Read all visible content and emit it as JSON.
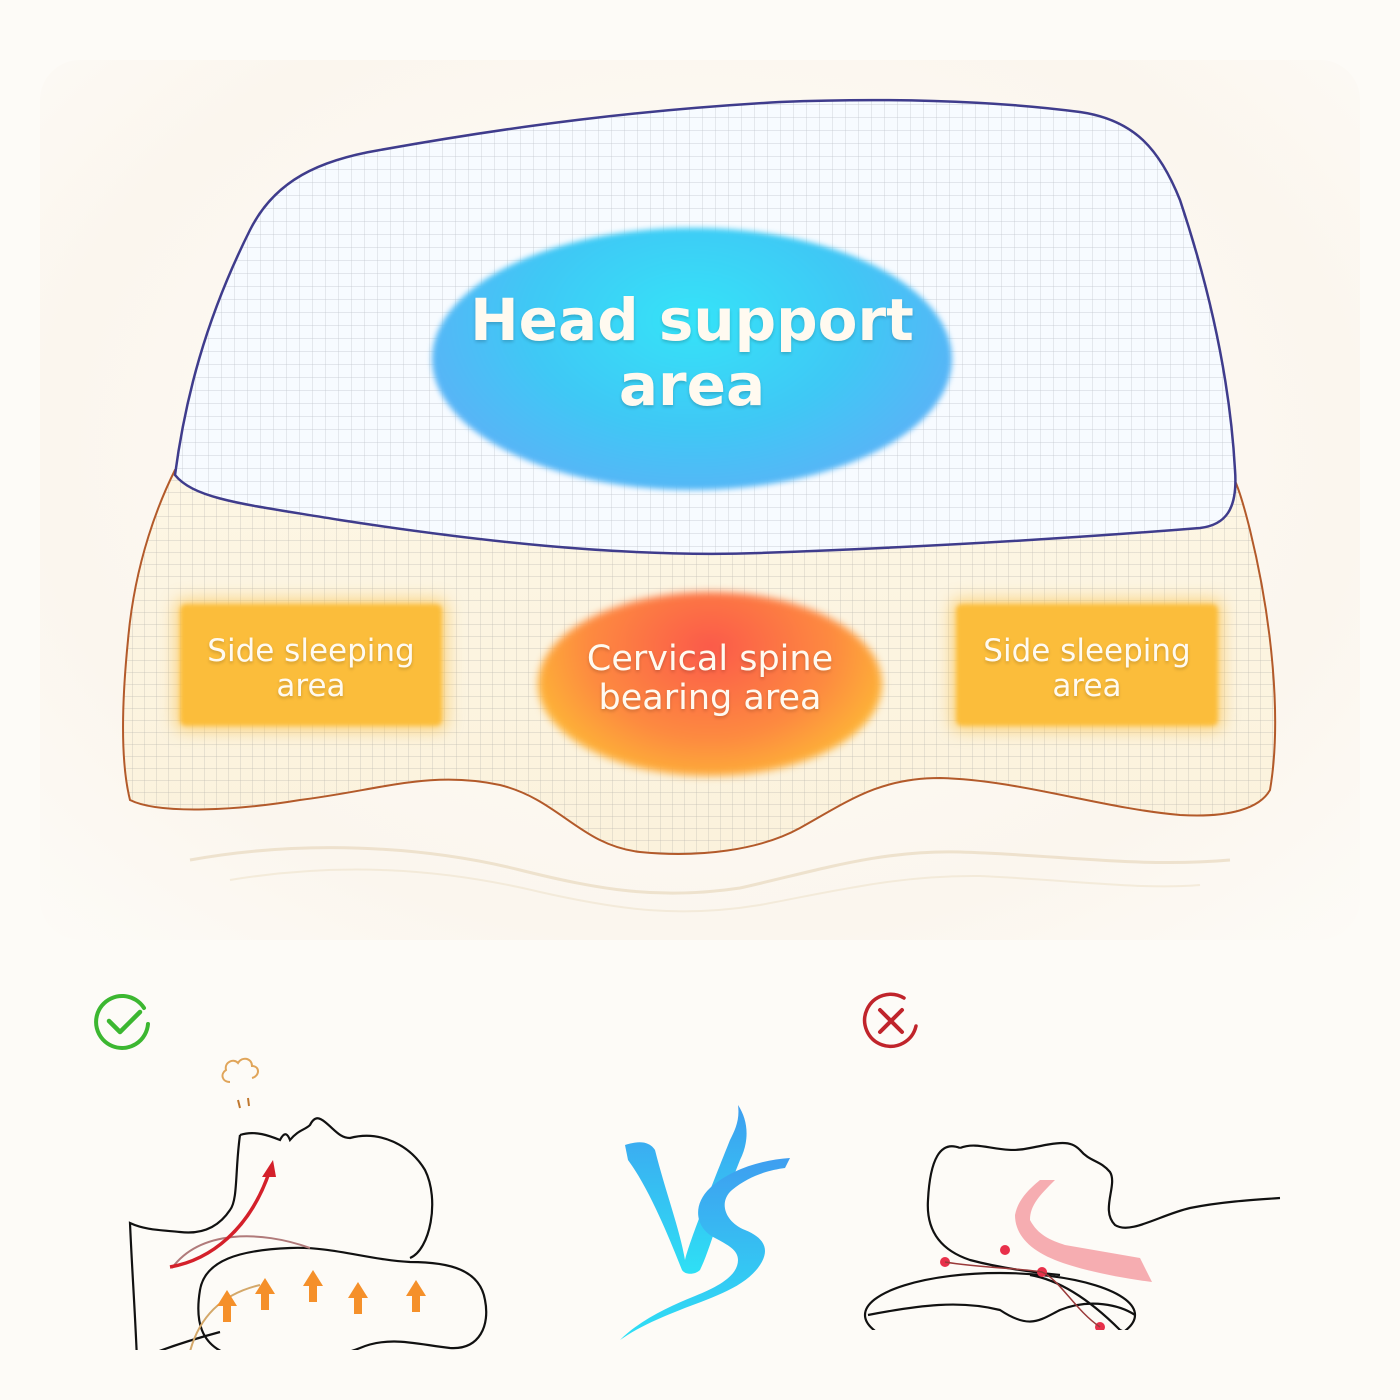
{
  "diagram": {
    "head_support": {
      "line1": "Head support",
      "line2": "area",
      "color": "#3fc8f5"
    },
    "side_left": {
      "line1": "Side sleeping",
      "line2": "area",
      "color": "#fbbd3b"
    },
    "cervical": {
      "line1": "Cervical spine",
      "line2": "bearing area",
      "color": "#fd8a40"
    },
    "side_right": {
      "line1": "Side sleeping",
      "line2": "area",
      "color": "#fbbd3b"
    }
  },
  "comparison": {
    "correct": {
      "icon": "check-circle-icon",
      "color": "#3cb731"
    },
    "vs_label": "VS",
    "vs_color": "#3ab8f2",
    "incorrect": {
      "icon": "x-circle-icon",
      "color": "#c0242b"
    }
  }
}
